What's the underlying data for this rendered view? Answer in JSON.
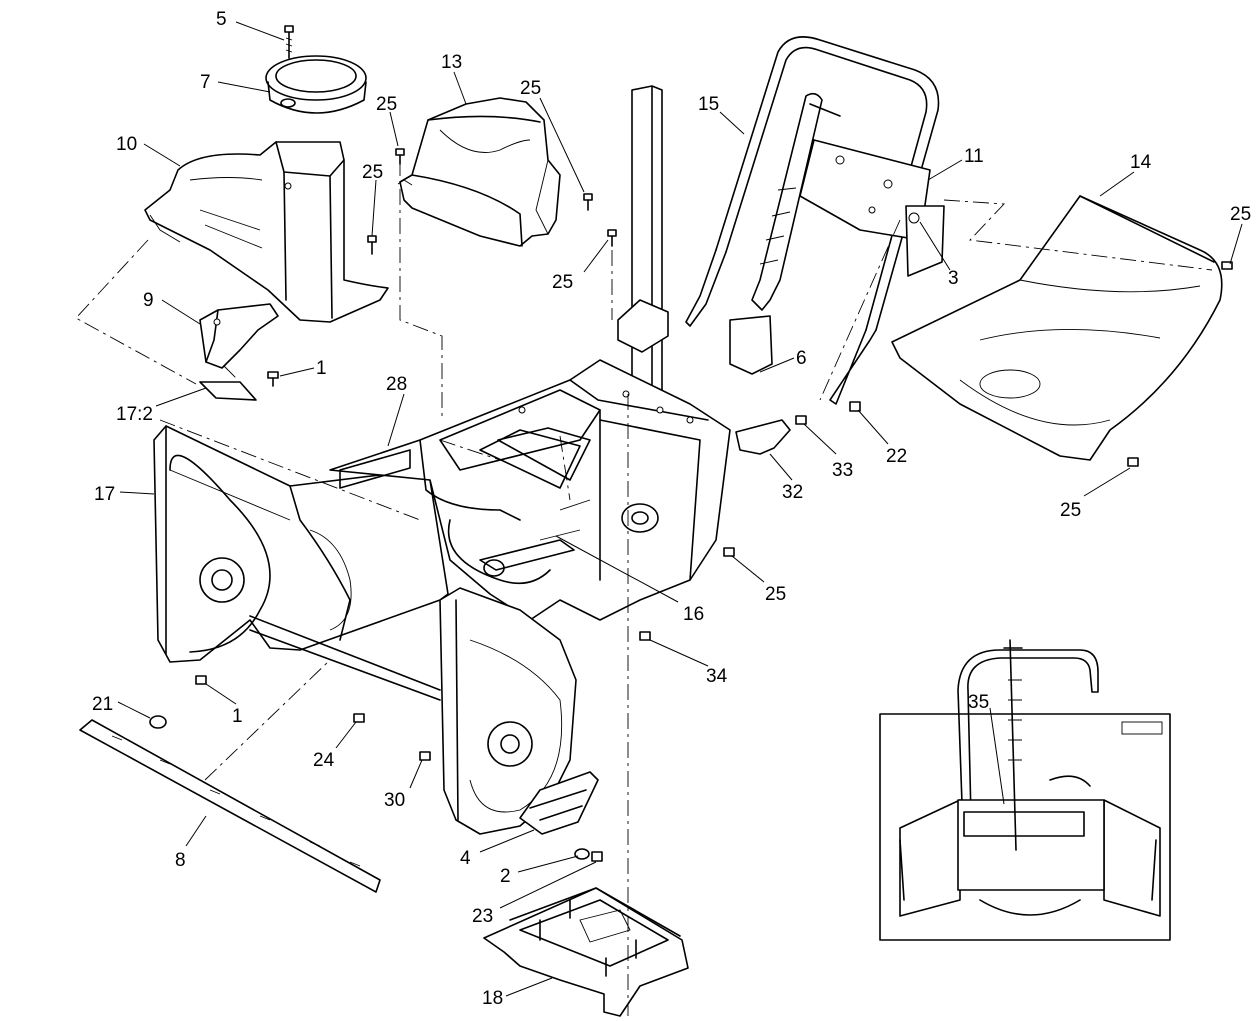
{
  "callouts": {
    "c5": "5",
    "c7": "7",
    "c10": "10",
    "c9": "9",
    "c1a": "1",
    "c17_2": "17:2",
    "c17": "17",
    "c25_a": "25",
    "c25_b": "25",
    "c13": "13",
    "c25_c": "25",
    "c25_d": "25",
    "c15": "15",
    "c11": "11",
    "c3": "3",
    "c6": "6",
    "c14": "14",
    "c25_e": "25",
    "c28": "28",
    "c33": "33",
    "c22": "22",
    "c32": "32",
    "c25_f": "25",
    "c16": "16",
    "c25_g": "25",
    "c34": "34",
    "c1b": "1",
    "c21": "21",
    "c24": "24",
    "c30": "30",
    "c8": "8",
    "c4": "4",
    "c2": "2",
    "c23": "23",
    "c18": "18",
    "c35": "35"
  }
}
